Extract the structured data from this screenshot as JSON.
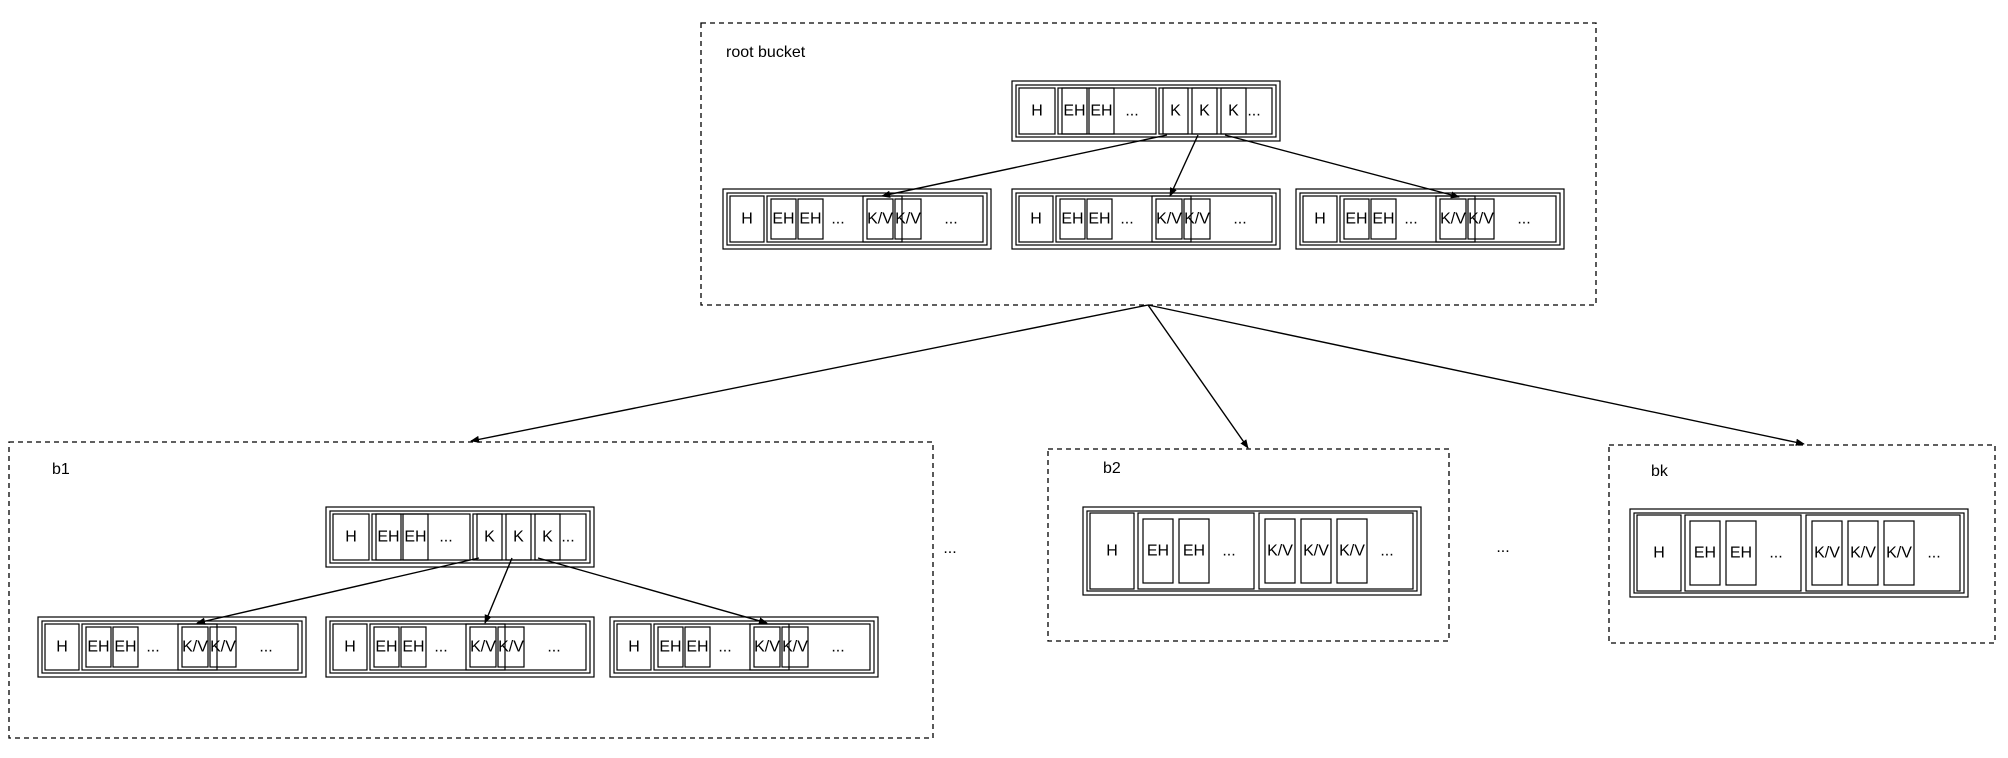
{
  "labels": {
    "root": "root bucket",
    "b1": "b1",
    "b2": "b2",
    "bk": "bk",
    "gap1": "...",
    "gap2": "..."
  },
  "cells": {
    "header": "H",
    "elem_header": "EH",
    "key": "K",
    "kv": "K/V",
    "more": "..."
  },
  "colors": {
    "stroke": "#000000",
    "background": "#ffffff"
  }
}
